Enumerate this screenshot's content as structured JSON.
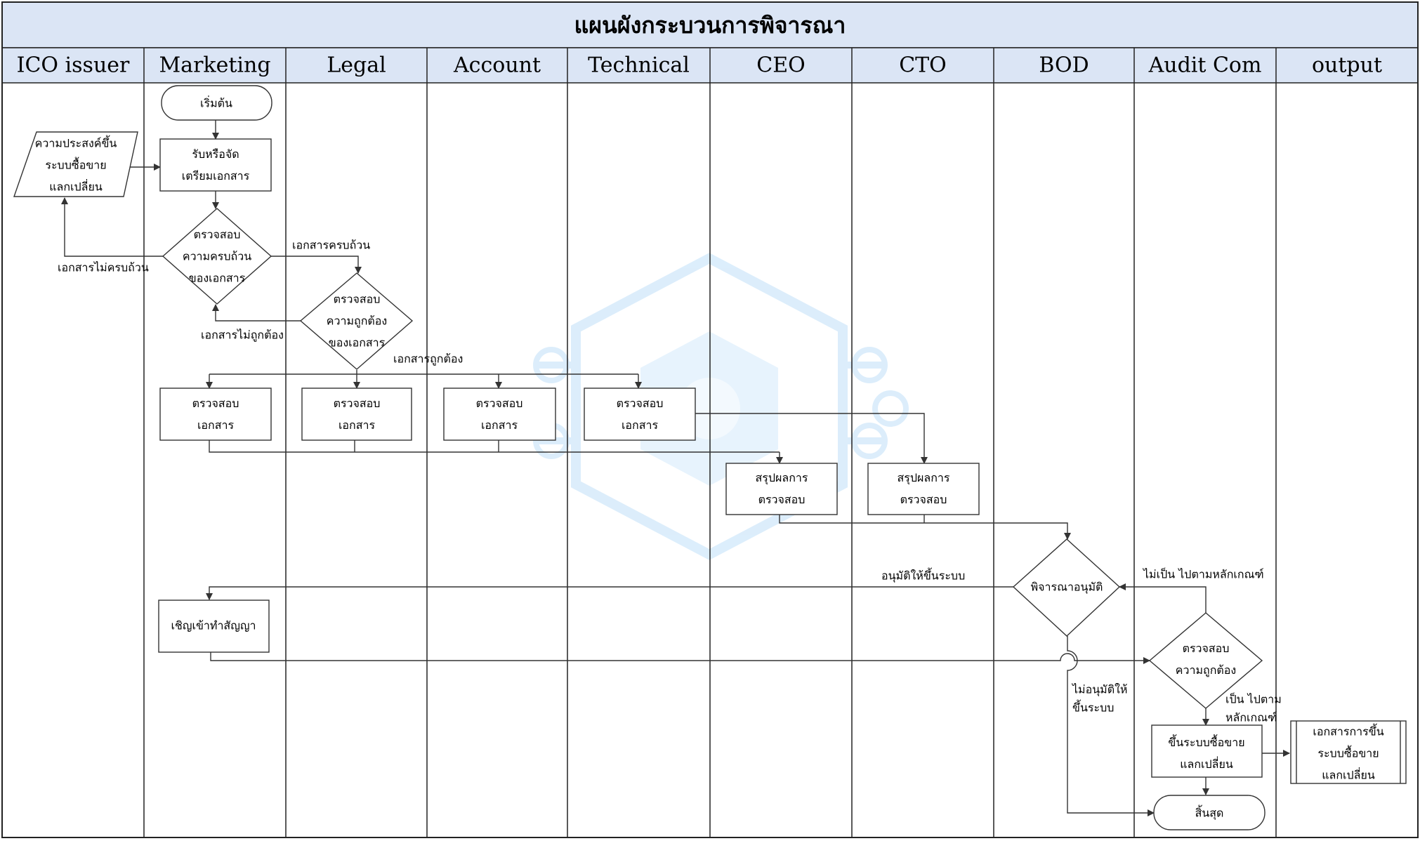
{
  "title": "แผนผังกระบวนการพิจารณา",
  "colors": {
    "header_fill": "#dbe5f5",
    "border": "#222222",
    "shape_stroke": "#333333",
    "watermark": "#cfe7fb"
  },
  "lanes": [
    "ICO issuer",
    "Marketing",
    "Legal",
    "Account",
    "Technical",
    "CEO",
    "CTO",
    "BOD",
    "Audit Com",
    "output"
  ],
  "nodes": {
    "start": [
      "เริ่มต้น"
    ],
    "intent": [
      "ความประสงค์ขึ้น",
      "ระบบซื้อขาย",
      "แลกเปลี่ยน"
    ],
    "receive": [
      "รับหรือจัด",
      "เตรียมเอกสาร"
    ],
    "check_complete": [
      "ตรวจสอบ",
      "ความครบถ้วน",
      "ของเอกสาร"
    ],
    "check_correct": [
      "ตรวจสอบ",
      "ความถูกต้อง",
      "ของเอกสาร"
    ],
    "review_marketing": [
      "ตรวจสอบ",
      "เอกสาร"
    ],
    "review_legal": [
      "ตรวจสอบ",
      "เอกสาร"
    ],
    "review_account": [
      "ตรวจสอบ",
      "เอกสาร"
    ],
    "review_technical": [
      "ตรวจสอบ",
      "เอกสาร"
    ],
    "summary_ceo": [
      "สรุปผลการ",
      "ตรวจสอบ"
    ],
    "summary_cto": [
      "สรุปผลการ",
      "ตรวจสอบ"
    ],
    "bod_decision": [
      "พิจารณาอนุมัติ"
    ],
    "invite": [
      "เชิญเข้าทำสัญญา"
    ],
    "audit_check": [
      "ตรวจสอบ",
      "ความถูกต้อง"
    ],
    "listing": [
      "ขึ้นระบบซื้อขาย",
      "แลกเปลี่ยน"
    ],
    "end": [
      "สิ้นสุด"
    ],
    "output_doc": [
      "เอกสารการขึ้น",
      "ระบบซื้อขาย",
      "แลกเปลี่ยน"
    ]
  },
  "edge_labels": {
    "incomplete": [
      "เอกสารไม่ครบถ้วน"
    ],
    "complete": [
      "เอกสารครบถ้วน"
    ],
    "incorrect": [
      "เอกสารไม่ถูกต้อง"
    ],
    "correct": [
      "เอกสารถูกต้อง"
    ],
    "approved": [
      "อนุมัติให้ขึ้นระบบ"
    ],
    "not_compliant": [
      "ไม่เป็น ไปตามหลักเกณฑ์"
    ],
    "not_approved": [
      "ไม่อนุมัติให้",
      "ขึ้นระบบ"
    ],
    "compliant": [
      "เป็น ไปตาม",
      "หลักเกณฑ์"
    ]
  }
}
